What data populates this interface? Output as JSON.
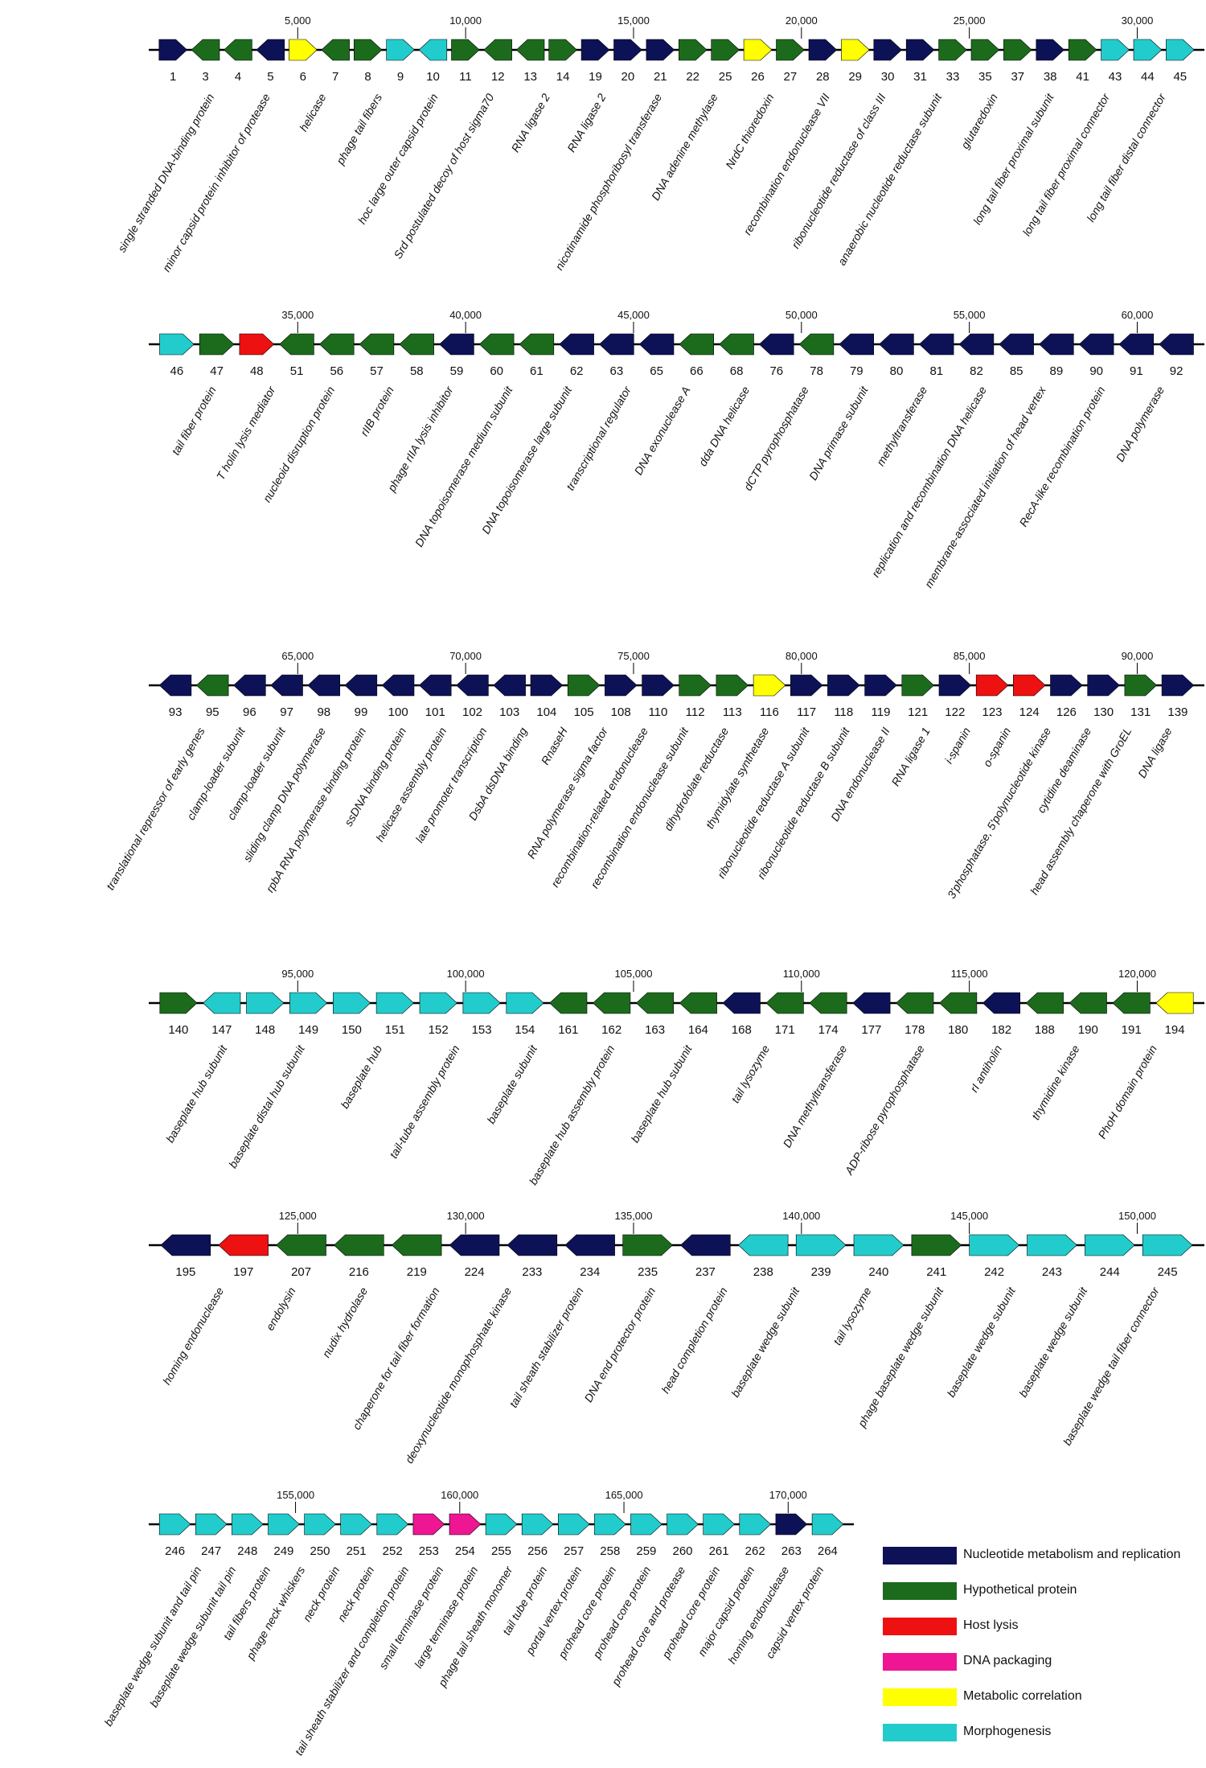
{
  "categories": {
    "N": {
      "label": "Nucleotide metabolism and replication",
      "color": "#0d1257"
    },
    "H": {
      "label": "Hypothetical protein",
      "color": "#1c6b1c"
    },
    "L": {
      "label": "Host lysis",
      "color": "#ee1111"
    },
    "P": {
      "label": "DNA packaging",
      "color": "#ee1693"
    },
    "M": {
      "label": "Metabolic correlation",
      "color": "#ffff00"
    },
    "G": {
      "label": "Morphogenesis",
      "color": "#22cccc"
    }
  },
  "legend": [
    "N",
    "H",
    "L",
    "P",
    "M",
    "G"
  ],
  "rows": [
    {
      "ticks": [
        "5,000",
        "10,000",
        "15,000",
        "20,000",
        "25,000",
        "30,000"
      ],
      "genes": [
        {
          "num": "1",
          "cat": "N",
          "dir": "R"
        },
        {
          "num": "3",
          "cat": "H",
          "dir": "L"
        },
        {
          "num": "4",
          "cat": "H",
          "dir": "L"
        },
        {
          "num": "5",
          "cat": "N",
          "dir": "L"
        },
        {
          "num": "6",
          "cat": "M",
          "dir": "R"
        },
        {
          "num": "7",
          "cat": "H",
          "dir": "L"
        },
        {
          "num": "8",
          "cat": "H",
          "dir": "R"
        },
        {
          "num": "9",
          "cat": "G",
          "dir": "R"
        },
        {
          "num": "10",
          "cat": "G",
          "dir": "L"
        },
        {
          "num": "11",
          "cat": "H",
          "dir": "R"
        },
        {
          "num": "12",
          "cat": "H",
          "dir": "L"
        },
        {
          "num": "13",
          "cat": "H",
          "dir": "L"
        },
        {
          "num": "14",
          "cat": "H",
          "dir": "R"
        },
        {
          "num": "19",
          "cat": "N",
          "dir": "R"
        },
        {
          "num": "20",
          "cat": "N",
          "dir": "R"
        },
        {
          "num": "21",
          "cat": "N",
          "dir": "R"
        },
        {
          "num": "22",
          "cat": "H",
          "dir": "R"
        },
        {
          "num": "25",
          "cat": "H",
          "dir": "R"
        },
        {
          "num": "26",
          "cat": "M",
          "dir": "R"
        },
        {
          "num": "27",
          "cat": "H",
          "dir": "R"
        },
        {
          "num": "28",
          "cat": "N",
          "dir": "R"
        },
        {
          "num": "29",
          "cat": "M",
          "dir": "R"
        },
        {
          "num": "30",
          "cat": "N",
          "dir": "R"
        },
        {
          "num": "31",
          "cat": "N",
          "dir": "R"
        },
        {
          "num": "33",
          "cat": "H",
          "dir": "R"
        },
        {
          "num": "35",
          "cat": "H",
          "dir": "R"
        },
        {
          "num": "37",
          "cat": "H",
          "dir": "R"
        },
        {
          "num": "38",
          "cat": "N",
          "dir": "R"
        },
        {
          "num": "41",
          "cat": "H",
          "dir": "R"
        },
        {
          "num": "43",
          "cat": "G",
          "dir": "R"
        },
        {
          "num": "44",
          "cat": "G",
          "dir": "R"
        },
        {
          "num": "45",
          "cat": "G",
          "dir": "R"
        }
      ],
      "products": [
        "single stranded DNA-binding protein",
        "minor capsid protein inhibitor of protease",
        "helicase",
        "phage tail fibers",
        "hoc large outer capsid protein",
        "Srd postulated decoy of host sigma70",
        "RNA ligase 2",
        "RNA ligase 2",
        "nicotinamide phosphoribosyl transferase",
        "DNA adenine methylase",
        "NrdC thioredoxin",
        "recombination endonuclease VII",
        "ribonucleotide reductase of class III",
        "anaerobic nucleotide reductase subunit",
        "glutaredoxin",
        "long tail fiber proximal subunit",
        "long tail fiber proximal connector",
        "long tail fiber distal connector"
      ]
    },
    {
      "ticks": [
        "35,000",
        "40,000",
        "45,000",
        "50,000",
        "55,000",
        "60,000"
      ],
      "genes": [
        {
          "num": "46",
          "cat": "G",
          "dir": "R"
        },
        {
          "num": "47",
          "cat": "H",
          "dir": "R"
        },
        {
          "num": "48",
          "cat": "L",
          "dir": "R"
        },
        {
          "num": "51",
          "cat": "H",
          "dir": "L"
        },
        {
          "num": "56",
          "cat": "H",
          "dir": "L"
        },
        {
          "num": "57",
          "cat": "H",
          "dir": "L"
        },
        {
          "num": "58",
          "cat": "H",
          "dir": "L"
        },
        {
          "num": "59",
          "cat": "N",
          "dir": "L"
        },
        {
          "num": "60",
          "cat": "H",
          "dir": "L"
        },
        {
          "num": "61",
          "cat": "H",
          "dir": "L"
        },
        {
          "num": "62",
          "cat": "N",
          "dir": "L"
        },
        {
          "num": "63",
          "cat": "N",
          "dir": "L"
        },
        {
          "num": "65",
          "cat": "N",
          "dir": "L"
        },
        {
          "num": "66",
          "cat": "H",
          "dir": "L"
        },
        {
          "num": "68",
          "cat": "H",
          "dir": "L"
        },
        {
          "num": "76",
          "cat": "N",
          "dir": "L"
        },
        {
          "num": "78",
          "cat": "H",
          "dir": "L"
        },
        {
          "num": "79",
          "cat": "N",
          "dir": "L"
        },
        {
          "num": "80",
          "cat": "N",
          "dir": "L"
        },
        {
          "num": "81",
          "cat": "N",
          "dir": "L"
        },
        {
          "num": "82",
          "cat": "N",
          "dir": "L"
        },
        {
          "num": "85",
          "cat": "N",
          "dir": "L"
        },
        {
          "num": "89",
          "cat": "N",
          "dir": "L"
        },
        {
          "num": "90",
          "cat": "N",
          "dir": "L"
        },
        {
          "num": "91",
          "cat": "N",
          "dir": "L"
        },
        {
          "num": "92",
          "cat": "N",
          "dir": "L"
        }
      ],
      "products": [
        "tail fiber protein",
        "T holin lysis mediator",
        "nucleoid disruption protein",
        "rIIB protein",
        "phage rIIA lysis inhibitor",
        "DNA topoisomerase medium subunit",
        "DNA topoisomerase large subunit",
        "transcriptional regulator",
        "DNA exonuclease A",
        "dda DNA helicase",
        "dCTP pyrophosphatase",
        "DNA primase subunit",
        "methyltransferase",
        "replication and recombination DNA helicase",
        "membrane-associated initiation of head vertex",
        "RecA-like recombination protein",
        "DNA polymerase"
      ]
    },
    {
      "ticks": [
        "65,000",
        "70,000",
        "75,000",
        "80,000",
        "85,000",
        "90,000"
      ],
      "genes": [
        {
          "num": "93",
          "cat": "N",
          "dir": "L"
        },
        {
          "num": "95",
          "cat": "H",
          "dir": "L"
        },
        {
          "num": "96",
          "cat": "N",
          "dir": "L"
        },
        {
          "num": "97",
          "cat": "N",
          "dir": "L"
        },
        {
          "num": "98",
          "cat": "N",
          "dir": "L"
        },
        {
          "num": "99",
          "cat": "N",
          "dir": "L"
        },
        {
          "num": "100",
          "cat": "N",
          "dir": "L"
        },
        {
          "num": "101",
          "cat": "N",
          "dir": "L"
        },
        {
          "num": "102",
          "cat": "N",
          "dir": "L"
        },
        {
          "num": "103",
          "cat": "N",
          "dir": "L"
        },
        {
          "num": "104",
          "cat": "N",
          "dir": "R"
        },
        {
          "num": "105",
          "cat": "H",
          "dir": "R"
        },
        {
          "num": "108",
          "cat": "N",
          "dir": "R"
        },
        {
          "num": "110",
          "cat": "N",
          "dir": "R"
        },
        {
          "num": "112",
          "cat": "H",
          "dir": "R"
        },
        {
          "num": "113",
          "cat": "H",
          "dir": "R"
        },
        {
          "num": "116",
          "cat": "M",
          "dir": "R"
        },
        {
          "num": "117",
          "cat": "N",
          "dir": "R"
        },
        {
          "num": "118",
          "cat": "N",
          "dir": "R"
        },
        {
          "num": "119",
          "cat": "N",
          "dir": "R"
        },
        {
          "num": "121",
          "cat": "H",
          "dir": "R"
        },
        {
          "num": "122",
          "cat": "N",
          "dir": "R"
        },
        {
          "num": "123",
          "cat": "L",
          "dir": "R"
        },
        {
          "num": "124",
          "cat": "L",
          "dir": "R"
        },
        {
          "num": "126",
          "cat": "N",
          "dir": "R"
        },
        {
          "num": "130",
          "cat": "N",
          "dir": "R"
        },
        {
          "num": "131",
          "cat": "H",
          "dir": "R"
        },
        {
          "num": "139",
          "cat": "N",
          "dir": "R"
        }
      ],
      "products": [
        "translational repressor of early genes",
        "clamp-loader subunit",
        "clamp-loader subunit",
        "sliding clamp DNA polymerase",
        "rpbA RNA polymerase binding protein",
        "ssDNA binding protein",
        "helicase assembly protein",
        "late promoter transcription",
        "DsbA dsDNA binding",
        "RnaseH",
        "RNA polymerase sigma factor",
        "recombination-related endonuclease",
        "recombination endonuclease subunit",
        "dihydrofolate reductase",
        "thymidylate synthetase",
        "ribonucleotide reductase A subunit",
        "ribonucleotide reductase B subunit",
        "DNA endonuclease II",
        "RNA ligase 1",
        "i-spanin",
        "o-spanin",
        "3'phosphatase, 5'polynucleotide kinase",
        "cytidine deaminase",
        "head assembly chaperone with GroEL",
        "DNA ligase"
      ]
    },
    {
      "ticks": [
        "95,000",
        "100,000",
        "105,000",
        "110,000",
        "115,000",
        "120,000"
      ],
      "genes": [
        {
          "num": "140",
          "cat": "H",
          "dir": "R"
        },
        {
          "num": "147",
          "cat": "G",
          "dir": "L"
        },
        {
          "num": "148",
          "cat": "G",
          "dir": "R"
        },
        {
          "num": "149",
          "cat": "G",
          "dir": "R"
        },
        {
          "num": "150",
          "cat": "G",
          "dir": "R"
        },
        {
          "num": "151",
          "cat": "G",
          "dir": "R"
        },
        {
          "num": "152",
          "cat": "G",
          "dir": "R"
        },
        {
          "num": "153",
          "cat": "G",
          "dir": "R"
        },
        {
          "num": "154",
          "cat": "G",
          "dir": "R"
        },
        {
          "num": "161",
          "cat": "H",
          "dir": "L"
        },
        {
          "num": "162",
          "cat": "H",
          "dir": "L"
        },
        {
          "num": "163",
          "cat": "H",
          "dir": "L"
        },
        {
          "num": "164",
          "cat": "H",
          "dir": "L"
        },
        {
          "num": "168",
          "cat": "N",
          "dir": "L"
        },
        {
          "num": "171",
          "cat": "H",
          "dir": "L"
        },
        {
          "num": "174",
          "cat": "H",
          "dir": "L"
        },
        {
          "num": "177",
          "cat": "N",
          "dir": "L"
        },
        {
          "num": "178",
          "cat": "H",
          "dir": "L"
        },
        {
          "num": "180",
          "cat": "H",
          "dir": "L"
        },
        {
          "num": "182",
          "cat": "N",
          "dir": "L"
        },
        {
          "num": "188",
          "cat": "H",
          "dir": "L"
        },
        {
          "num": "190",
          "cat": "H",
          "dir": "L"
        },
        {
          "num": "191",
          "cat": "H",
          "dir": "L"
        },
        {
          "num": "194",
          "cat": "M",
          "dir": "L"
        }
      ],
      "products": [
        "baseplate hub subunit",
        "baseplate distal hub subunit",
        "baseplate hub",
        "tail-tube assembly protein",
        "baseplate subunit",
        "baseplate hub assembly protein",
        "baseplate hub subunit",
        "tail lysozyme",
        "DNA methyltransferase",
        "ADP-ribose pyrophosphatase",
        "rI antiholin",
        "thymidine kinase",
        "PhoH domain protein"
      ]
    },
    {
      "ticks": [
        "125,000",
        "130,000",
        "135,000",
        "140,000",
        "145,000",
        "150,000"
      ],
      "genes": [
        {
          "num": "195",
          "cat": "N",
          "dir": "L"
        },
        {
          "num": "197",
          "cat": "L",
          "dir": "L"
        },
        {
          "num": "207",
          "cat": "H",
          "dir": "L"
        },
        {
          "num": "216",
          "cat": "H",
          "dir": "L"
        },
        {
          "num": "219",
          "cat": "H",
          "dir": "L"
        },
        {
          "num": "224",
          "cat": "N",
          "dir": "L"
        },
        {
          "num": "233",
          "cat": "N",
          "dir": "L"
        },
        {
          "num": "234",
          "cat": "N",
          "dir": "L"
        },
        {
          "num": "235",
          "cat": "H",
          "dir": "R"
        },
        {
          "num": "237",
          "cat": "N",
          "dir": "L"
        },
        {
          "num": "238",
          "cat": "G",
          "dir": "L"
        },
        {
          "num": "239",
          "cat": "G",
          "dir": "R"
        },
        {
          "num": "240",
          "cat": "G",
          "dir": "R"
        },
        {
          "num": "241",
          "cat": "H",
          "dir": "R"
        },
        {
          "num": "242",
          "cat": "G",
          "dir": "R"
        },
        {
          "num": "243",
          "cat": "G",
          "dir": "R"
        },
        {
          "num": "244",
          "cat": "G",
          "dir": "R"
        },
        {
          "num": "245",
          "cat": "G",
          "dir": "R"
        }
      ],
      "products": [
        "homing endonuclease",
        "endolysin",
        "nudix hydrolase",
        "chaperone for tail fiber formation",
        "deoxynucleotide monophosphate kinase",
        "tail sheath stabilizer protein",
        "DNA end protector protein",
        "head completion protein",
        "baseplate wedge subunit",
        "tail lysozyme",
        "phage baseplate wedge subunit",
        "baseplate wedge subunit",
        "baseplate wedge subunit",
        "baseplate wedge tail fiber connector"
      ]
    },
    {
      "ticks": [
        "155,000",
        "160,000",
        "165,000",
        "170,000"
      ],
      "genes": [
        {
          "num": "246",
          "cat": "G",
          "dir": "R"
        },
        {
          "num": "247",
          "cat": "G",
          "dir": "R"
        },
        {
          "num": "248",
          "cat": "G",
          "dir": "R"
        },
        {
          "num": "249",
          "cat": "G",
          "dir": "R"
        },
        {
          "num": "250",
          "cat": "G",
          "dir": "R"
        },
        {
          "num": "251",
          "cat": "G",
          "dir": "R"
        },
        {
          "num": "252",
          "cat": "G",
          "dir": "R"
        },
        {
          "num": "253",
          "cat": "P",
          "dir": "R"
        },
        {
          "num": "254",
          "cat": "P",
          "dir": "R"
        },
        {
          "num": "255",
          "cat": "G",
          "dir": "R"
        },
        {
          "num": "256",
          "cat": "G",
          "dir": "R"
        },
        {
          "num": "257",
          "cat": "G",
          "dir": "R"
        },
        {
          "num": "258",
          "cat": "G",
          "dir": "R"
        },
        {
          "num": "259",
          "cat": "G",
          "dir": "R"
        },
        {
          "num": "260",
          "cat": "G",
          "dir": "R"
        },
        {
          "num": "261",
          "cat": "G",
          "dir": "R"
        },
        {
          "num": "262",
          "cat": "G",
          "dir": "R"
        },
        {
          "num": "263",
          "cat": "N",
          "dir": "R"
        },
        {
          "num": "264",
          "cat": "G",
          "dir": "R"
        }
      ],
      "products": [
        "baseplate wedge subunit and tail pin",
        "baseplate wedge subunit tail pin",
        "tail fibers protein",
        "phage neck whiskers",
        "neck protein",
        "neck protein",
        "tail sheath stabilizer and completion protein",
        "small terminase protein",
        "large terminase protein",
        "phage tail sheath monomer",
        "tail tube protein",
        "portal vertex protein",
        "prohead core protein",
        "prohead core protein",
        "prohead core and protease",
        "prohead core protein",
        "major capsid protein",
        "homing endonuclease",
        "capsid vertex protein"
      ]
    }
  ]
}
